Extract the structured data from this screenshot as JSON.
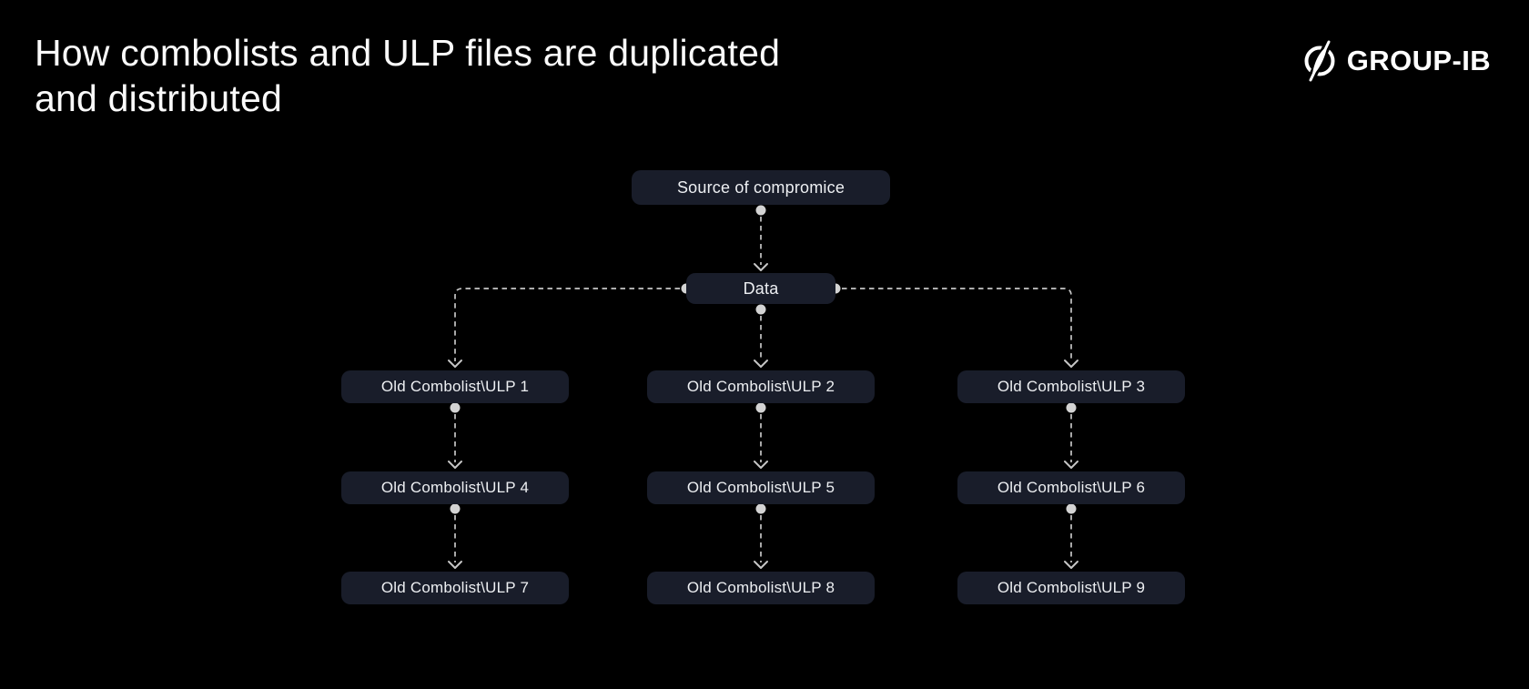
{
  "title": {
    "lines": [
      "How combolists and ULP files are duplicated",
      "and distributed"
    ]
  },
  "logo": {
    "brand": "GROUP-IB",
    "mark_icon": "group-ib-circle-slash"
  },
  "diagram": {
    "nodes": {
      "source": "Source of compromice",
      "data": "Data",
      "ulp1": "Old Combolist\\ULP 1",
      "ulp2": "Old Combolist\\ULP 2",
      "ulp3": "Old Combolist\\ULP 3",
      "ulp4": "Old Combolist\\ULP 4",
      "ulp5": "Old Combolist\\ULP 5",
      "ulp6": "Old Combolist\\ULP 6",
      "ulp7": "Old Combolist\\ULP 7",
      "ulp8": "Old Combolist\\ULP 8",
      "ulp9": "Old Combolist\\ULP 9"
    },
    "colors": {
      "background": "#000000",
      "node_fill": "#191d2a",
      "node_text": "#edeff2",
      "connector": "#c6c6c6",
      "dot": "#d3d3d3",
      "title_text": "#fafafa",
      "logo_text": "#ffffff"
    }
  }
}
